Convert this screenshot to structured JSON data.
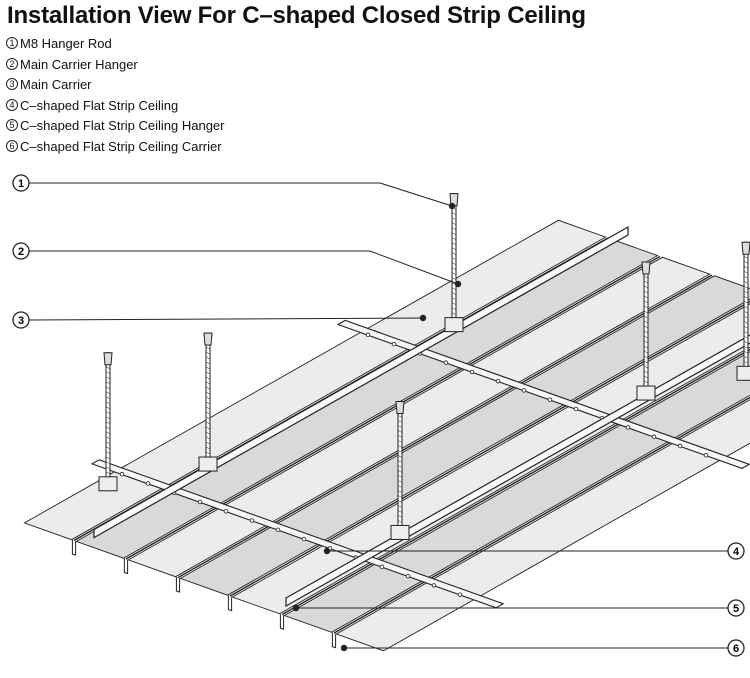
{
  "title": "Installation View For C–shaped Closed Strip Ceiling",
  "legend": [
    {
      "number": "1",
      "label": "M8 Hanger Rod"
    },
    {
      "number": "2",
      "label": "Main Carrier Hanger"
    },
    {
      "number": "3",
      "label": "Main Carrier"
    },
    {
      "number": "4",
      "label": "C–shaped Flat Strip Ceiling"
    },
    {
      "number": "5",
      "label": "C–shaped Flat Strip Ceiling Hanger"
    },
    {
      "number": "6",
      "label": "C–shaped Flat Strip Ceiling Carrier"
    }
  ],
  "callouts": {
    "c1": "1",
    "c2": "2",
    "c3": "3",
    "c4": "4",
    "c5": "5",
    "c6": "6"
  },
  "colors": {
    "line": "#222222",
    "panel": "#ececec",
    "panel_shade": "#d9d9d9"
  }
}
